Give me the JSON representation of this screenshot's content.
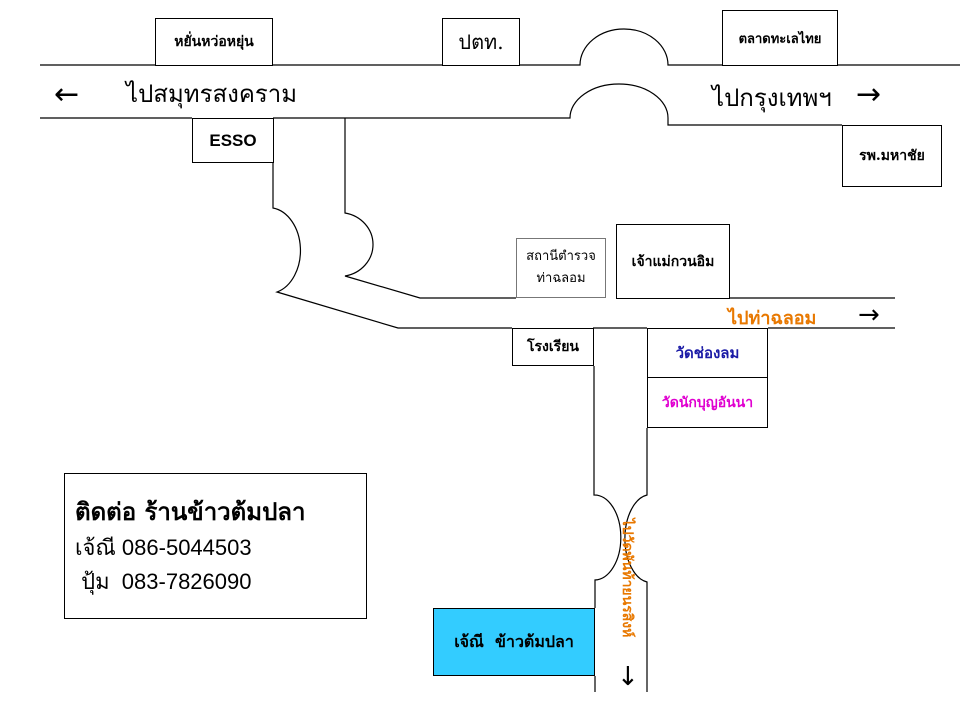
{
  "landmarks": {
    "yuenwo": "หยั่นหว่อหยุ่น",
    "ptt": "ปตท.",
    "seafood_market": "ตลาดทะเลไทย",
    "esso": "ESSO",
    "hospital": "รพ.มหาชัย",
    "police_line1": "สถานีตำรวจ",
    "police_line2": "ท่าฉลอม",
    "shrine": "เจ้าแม่กวนอิม",
    "school": "โรงเรียน",
    "wat_chonglom": "วัดช่องลม",
    "wat_naboon": "วัดนักบุญอันนา",
    "destination": "เจ้ณี  ข้าวต้มปลา"
  },
  "directions": {
    "to_samut_songkhram": "ไปสมุทรสงคราม",
    "to_bangkok": "ไปกรุงเทพฯ",
    "to_tha_chalom": "ไปท่าฉลอม",
    "to_wat_phanthai": "ไปวัดพันท้ายนรสิงห์"
  },
  "contact": {
    "heading": "ติดต่อ ร้านข้าวต้มปลา",
    "line1": "เจ้ณี 086-5044503",
    "line2": " ปุ้ม  083-7826090"
  },
  "colors": {
    "road": "#000000",
    "tha_chalom_label": "#e87800",
    "wat_chonglom_label": "#1a1aa6",
    "wat_naboon_label": "#e000d0",
    "destination_fill": "#33ccff",
    "vertical_label": "#e87800"
  },
  "icons": {
    "west_arrow": "←",
    "east_arrow": "→",
    "south_arrow": "↓"
  }
}
